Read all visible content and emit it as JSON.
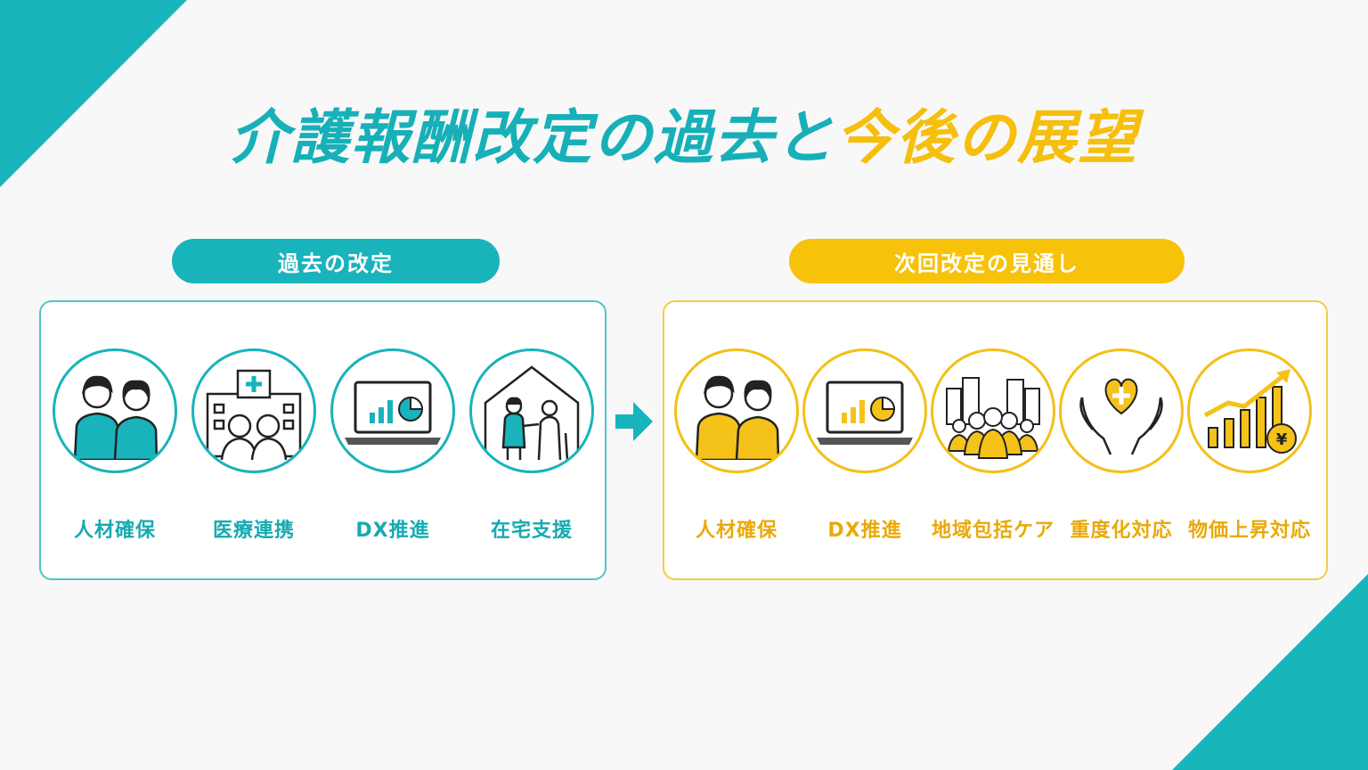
{
  "title": {
    "part1": "介護報酬改定の過去と",
    "part2": "今後の展望"
  },
  "past": {
    "heading": "過去の改定",
    "items": [
      {
        "label": "人材確保",
        "icon": "caregivers-icon"
      },
      {
        "label": "医療連携",
        "icon": "hospital-people-icon"
      },
      {
        "label": "DX推進",
        "icon": "laptop-chart-icon"
      },
      {
        "label": "在宅支援",
        "icon": "home-care-icon"
      }
    ]
  },
  "future": {
    "heading": "次回改定の見通し",
    "items": [
      {
        "label": "人材確保",
        "icon": "caregivers-icon"
      },
      {
        "label": "DX推進",
        "icon": "laptop-chart-icon"
      },
      {
        "label": "地域包括ケア",
        "icon": "community-icon"
      },
      {
        "label": "重度化対応",
        "icon": "heart-hands-icon"
      },
      {
        "label": "物価上昇対応",
        "icon": "price-rise-icon"
      }
    ]
  },
  "colors": {
    "teal": "#19b3bb",
    "yellow": "#f7c20a",
    "background": "#f8f8f8"
  }
}
